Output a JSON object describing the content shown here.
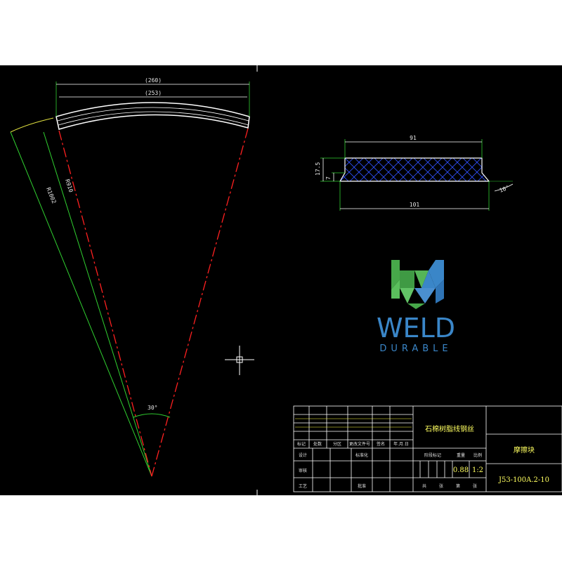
{
  "sector_view": {
    "dim_outer": "(260)",
    "dim_inner": "(253)",
    "radius_outer": "R1002",
    "radius_inner": "R910",
    "angle": "30°"
  },
  "section_view": {
    "dim_top": "91",
    "dim_bottom": "101",
    "dim_height": "17.5",
    "dim_step": "7",
    "dim_angle": "10°"
  },
  "logo": {
    "word": "WELD",
    "tagline": "DURABLE",
    "colors": {
      "blue": "#3a86c8",
      "green": "#47a84a"
    }
  },
  "title_block": {
    "material": "石棉树脂线钢丝",
    "part_name": "摩擦块",
    "drawing_number": "J53-100A.2-10",
    "mass": "0.88",
    "scale": "1:2",
    "header_labels": [
      "标记",
      "处数",
      "分区",
      "更改文件号",
      "签名",
      "年.月.日"
    ],
    "row_labels": [
      "设计",
      "标准化",
      "审核",
      "工艺",
      "批准"
    ],
    "stage_header": "阶段标记",
    "mass_header": "重量",
    "scale_header": "比例",
    "footer": [
      "共",
      "张",
      "第",
      "张"
    ]
  }
}
